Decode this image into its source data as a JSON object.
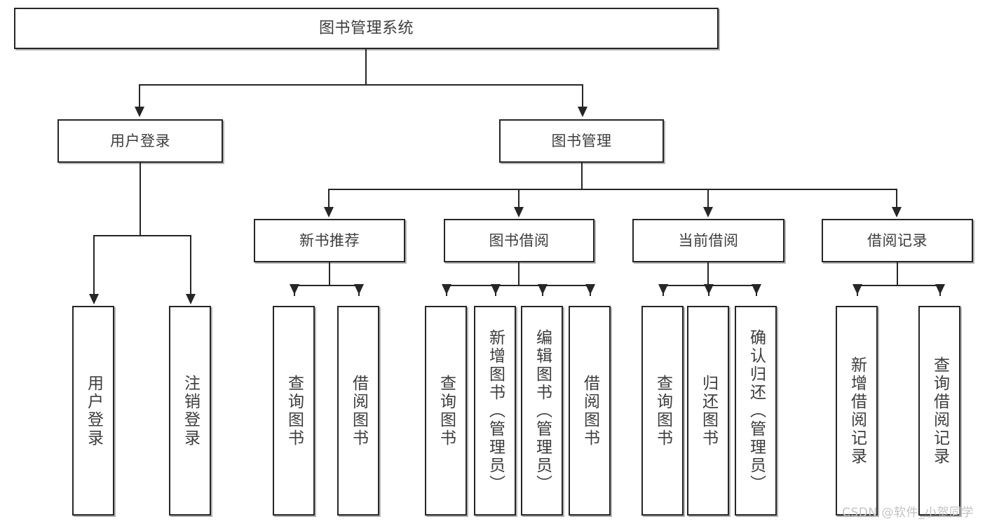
{
  "diagram": {
    "title": "图书管理系统",
    "type": "功能结构图",
    "colors": {
      "border": "#262626",
      "text": "#3d3d3d",
      "background": "#ffffff",
      "watermark": "#c2c2c2"
    }
  },
  "root": {
    "label": "图书管理系统"
  },
  "level2": [
    {
      "label": "用户登录"
    },
    {
      "label": "图书管理"
    }
  ],
  "level3": [
    {
      "label": "新书推荐"
    },
    {
      "label": "图书借阅"
    },
    {
      "label": "当前借阅"
    },
    {
      "label": "借阅记录"
    }
  ],
  "leaves": {
    "user_login": [
      {
        "label": "用户登录"
      },
      {
        "label": "注销登录"
      }
    ],
    "new_book": [
      {
        "label": "查询图书"
      },
      {
        "label": "借阅图书"
      }
    ],
    "book_borrow": [
      {
        "label": "查询图书"
      },
      {
        "label": "新增图书（管理员）"
      },
      {
        "label": "编辑图书（管理员）"
      },
      {
        "label": "借阅图书"
      }
    ],
    "current_borrow": [
      {
        "label": "查询图书"
      },
      {
        "label": "归还图书"
      },
      {
        "label": "确认归还（管理员）"
      }
    ],
    "borrow_record": [
      {
        "label": "新增借阅记录"
      },
      {
        "label": "查询借阅记录"
      }
    ]
  },
  "watermark": {
    "text": "CSDN @软件_小贺同学"
  }
}
